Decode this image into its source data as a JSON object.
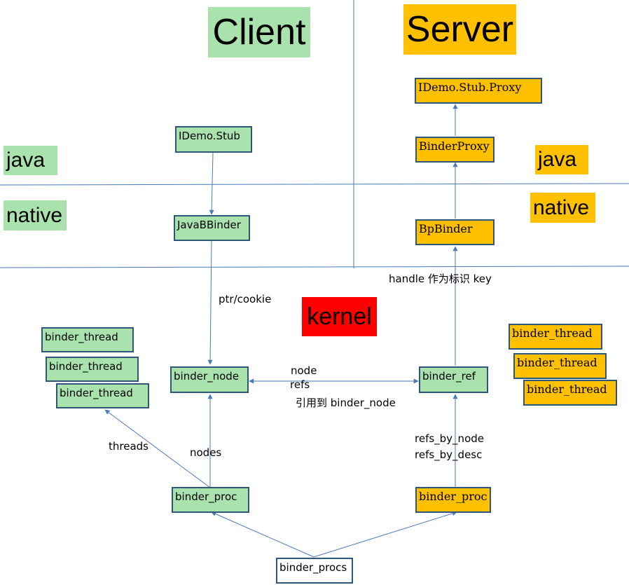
{
  "headers": {
    "client": "Client",
    "server": "Server",
    "kernel": "kernel"
  },
  "layers": {
    "client_java": "java",
    "client_native": "native",
    "server_java": "java",
    "server_native": "native"
  },
  "client": {
    "stub": "IDemo.Stub",
    "java_bbinder": "JavaBBinder",
    "binder_node": "binder_node",
    "binder_proc": "binder_proc",
    "threads": [
      "binder_thread",
      "binder_thread",
      "binder_thread"
    ]
  },
  "server": {
    "stub_proxy": "IDemo.Stub.Proxy",
    "binder_proxy": "BinderProxy",
    "bp_binder": "BpBinder",
    "binder_ref": "binder_ref",
    "binder_proc": "binder_proc",
    "threads": [
      "binder_thread",
      "binder_thread",
      "binder_thread"
    ]
  },
  "binder_procs": "binder_procs",
  "edge_labels": {
    "ptr_cookie": "ptr/cookie",
    "handle_key": "handle 作为标识 key",
    "node": "node",
    "refs": "refs",
    "ref_to_node": "引用到 binder_node",
    "threads": "threads",
    "nodes": "nodes",
    "refs_by_node": "refs_by_node",
    "refs_by_desc": "refs_by_desc"
  },
  "colors": {
    "client_fill": "#a9e2ad",
    "server_fill": "#ffc000",
    "kernel_fill": "#ff0000",
    "box_border": "#2f5779",
    "line": "#4a7ab8"
  }
}
